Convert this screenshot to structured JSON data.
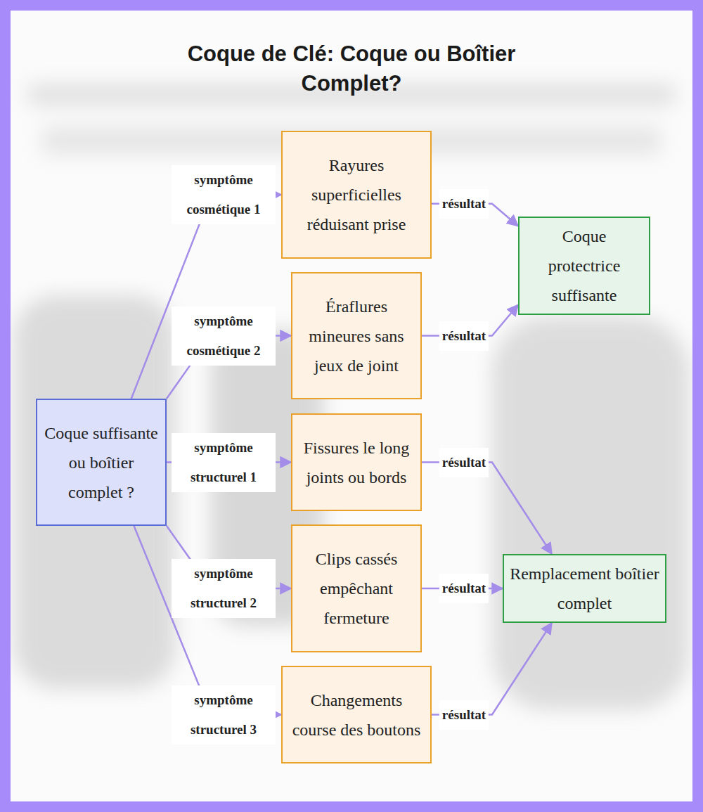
{
  "diagram": {
    "title": "Coque de Clé: Coque ou Boîtier Complet?",
    "nodes": [
      {
        "text": [
          "Coque suffisante ou boîtier complet ?"
        ]
      },
      {
        "text": [
          "Rayures superficielles réduisant prise"
        ]
      },
      {
        "text": [
          "Éraflures mineures sans jeux de joint"
        ]
      },
      {
        "text": [
          "Fissures le long joints ou bords"
        ]
      },
      {
        "text": [
          "Clips cassés empêchant fermeture"
        ]
      },
      {
        "text": [
          "Changements course des boutons"
        ]
      },
      {
        "text": [
          "Coque protectrice suffisante"
        ]
      },
      {
        "text": [
          "Remplacement boîtier complet"
        ]
      }
    ],
    "edges": [
      {
        "from": 0,
        "to": 1,
        "label": "symptôme cosmétique 1",
        "arrow": "to"
      },
      {
        "from": 0,
        "to": 2,
        "label": "symptôme cosmétique 2",
        "arrow": "to"
      },
      {
        "from": 0,
        "to": 3,
        "label": "symptôme structurel 1",
        "arrow": "to"
      },
      {
        "from": 0,
        "to": 4,
        "label": "symptôme structurel 2",
        "arrow": "to"
      },
      {
        "from": 0,
        "to": 5,
        "label": "symptôme structurel 3",
        "arrow": "to"
      },
      {
        "from": 1,
        "to": 6,
        "label": "résultat",
        "arrow": "to"
      },
      {
        "from": 2,
        "to": 6,
        "label": "résultat",
        "arrow": "to"
      },
      {
        "from": 3,
        "to": 7,
        "label": "résultat",
        "arrow": "to"
      },
      {
        "from": 4,
        "to": 7,
        "label": "résultat",
        "arrow": "to"
      },
      {
        "from": 5,
        "to": 7,
        "label": "résultat",
        "arrow": "to"
      }
    ]
  }
}
